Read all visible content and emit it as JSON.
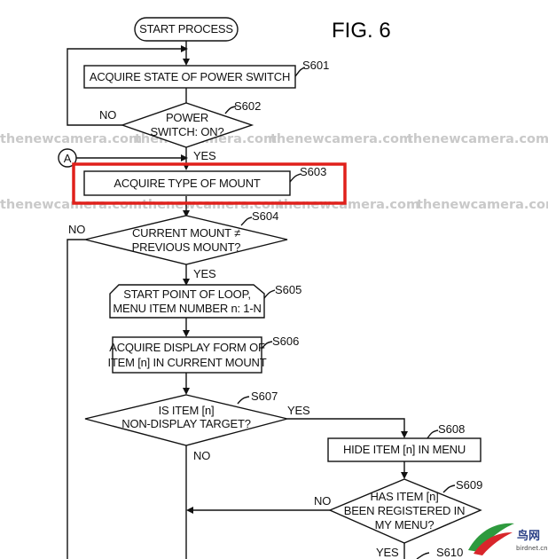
{
  "figure": {
    "title": "FIG. 6"
  },
  "watermark": {
    "text": "thenewcamera.com"
  },
  "logo": {
    "text": "鸟网",
    "subtext": "birdnet.cn"
  },
  "connector": {
    "label": "A"
  },
  "nodes": {
    "start": {
      "lines": [
        "START PROCESS"
      ]
    },
    "s601": {
      "lines": [
        "ACQUIRE STATE OF POWER SWITCH"
      ],
      "step": "S601"
    },
    "s602": {
      "lines": [
        "POWER",
        "SWITCH: ON?"
      ],
      "step": "S602"
    },
    "s603": {
      "lines": [
        "ACQUIRE TYPE OF MOUNT"
      ],
      "step": "S603"
    },
    "s604": {
      "lines": [
        "CURRENT MOUNT ≠",
        "PREVIOUS MOUNT?"
      ],
      "step": "S604"
    },
    "s605": {
      "lines": [
        "START POINT OF LOOP,",
        "MENU ITEM NUMBER n: 1-N"
      ],
      "step": "S605"
    },
    "s606": {
      "lines": [
        "ACQUIRE DISPLAY FORM OF",
        "ITEM [n] IN CURRENT MOUNT"
      ],
      "step": "S606"
    },
    "s607": {
      "lines": [
        "IS ITEM [n]",
        "NON-DISPLAY TARGET?"
      ],
      "step": "S607"
    },
    "s608": {
      "lines": [
        "HIDE ITEM [n] IN MENU"
      ],
      "step": "S608"
    },
    "s609": {
      "lines": [
        "HAS ITEM [n]",
        "BEEN REGISTERED IN",
        "MY MENU?"
      ],
      "step": "S609"
    },
    "s610": {
      "step": "S610"
    }
  },
  "edge_labels": {
    "s602_no": "NO",
    "s602_yes": "YES",
    "s604_no": "NO",
    "s604_yes": "YES",
    "s607_yes": "YES",
    "s607_no": "NO",
    "s609_no": "NO",
    "s609_yes": "YES"
  },
  "highlight": {
    "color": "#e0201b",
    "target": "s603"
  },
  "colors": {
    "line": "#111111",
    "watermark": "#c9c9c9"
  }
}
